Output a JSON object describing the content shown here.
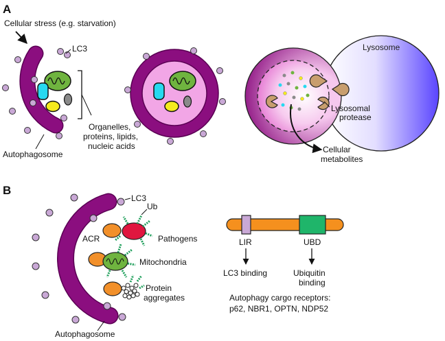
{
  "panel_a": {
    "letter": "A",
    "stress_label": "Cellular stress (e.g. starvation)",
    "lc3_label": "LC3",
    "autophagosome_label": "Autophagosome",
    "cargo_label": [
      "Organelles,",
      "proteins, lipids,",
      "nucleic acids"
    ],
    "lysosome_label": "Lysosome",
    "protease_label": [
      "Lysosomal",
      "protease"
    ],
    "metabolites_label": [
      "Cellular",
      "metabolites"
    ]
  },
  "panel_b": {
    "letter": "B",
    "lc3_label": "LC3",
    "ub_label": "Ub",
    "acr_label": "ACR",
    "pathogens_label": "Pathogens",
    "mitochondria_label": "Mitochondria",
    "protein_aggregates_label": [
      "Protein",
      "aggregates"
    ],
    "autophagosome_label": "Autophagosome",
    "receptor_domains": {
      "lir_label": "LIR",
      "ubd_label": "UBD",
      "lir_binding": "LC3 binding",
      "ubd_binding": [
        "Ubiquitin",
        "binding"
      ]
    },
    "receptors_title": "Autophagy cargo receptors:",
    "receptors_list": "p62, NBR1, OPTN, NDP52"
  },
  "colors": {
    "membrane": "#8B0E7F",
    "lc3": "#C9A8D6",
    "mito": "#6FB43F",
    "er": "#27D9F0",
    "vesicle": "#F5EB1E",
    "grey_cargo": "#8A8A8A",
    "lumen": "#F2A6E6",
    "lysosome": "#6B5BFF",
    "protease": "#C89E6E",
    "acr": "#F2902A",
    "pathogen": "#E0163F",
    "ubiquitin": "#1E9E5A",
    "receptor_bar": "#F5901E",
    "lir": "#C9A8D6",
    "ubd": "#1FB56A"
  }
}
